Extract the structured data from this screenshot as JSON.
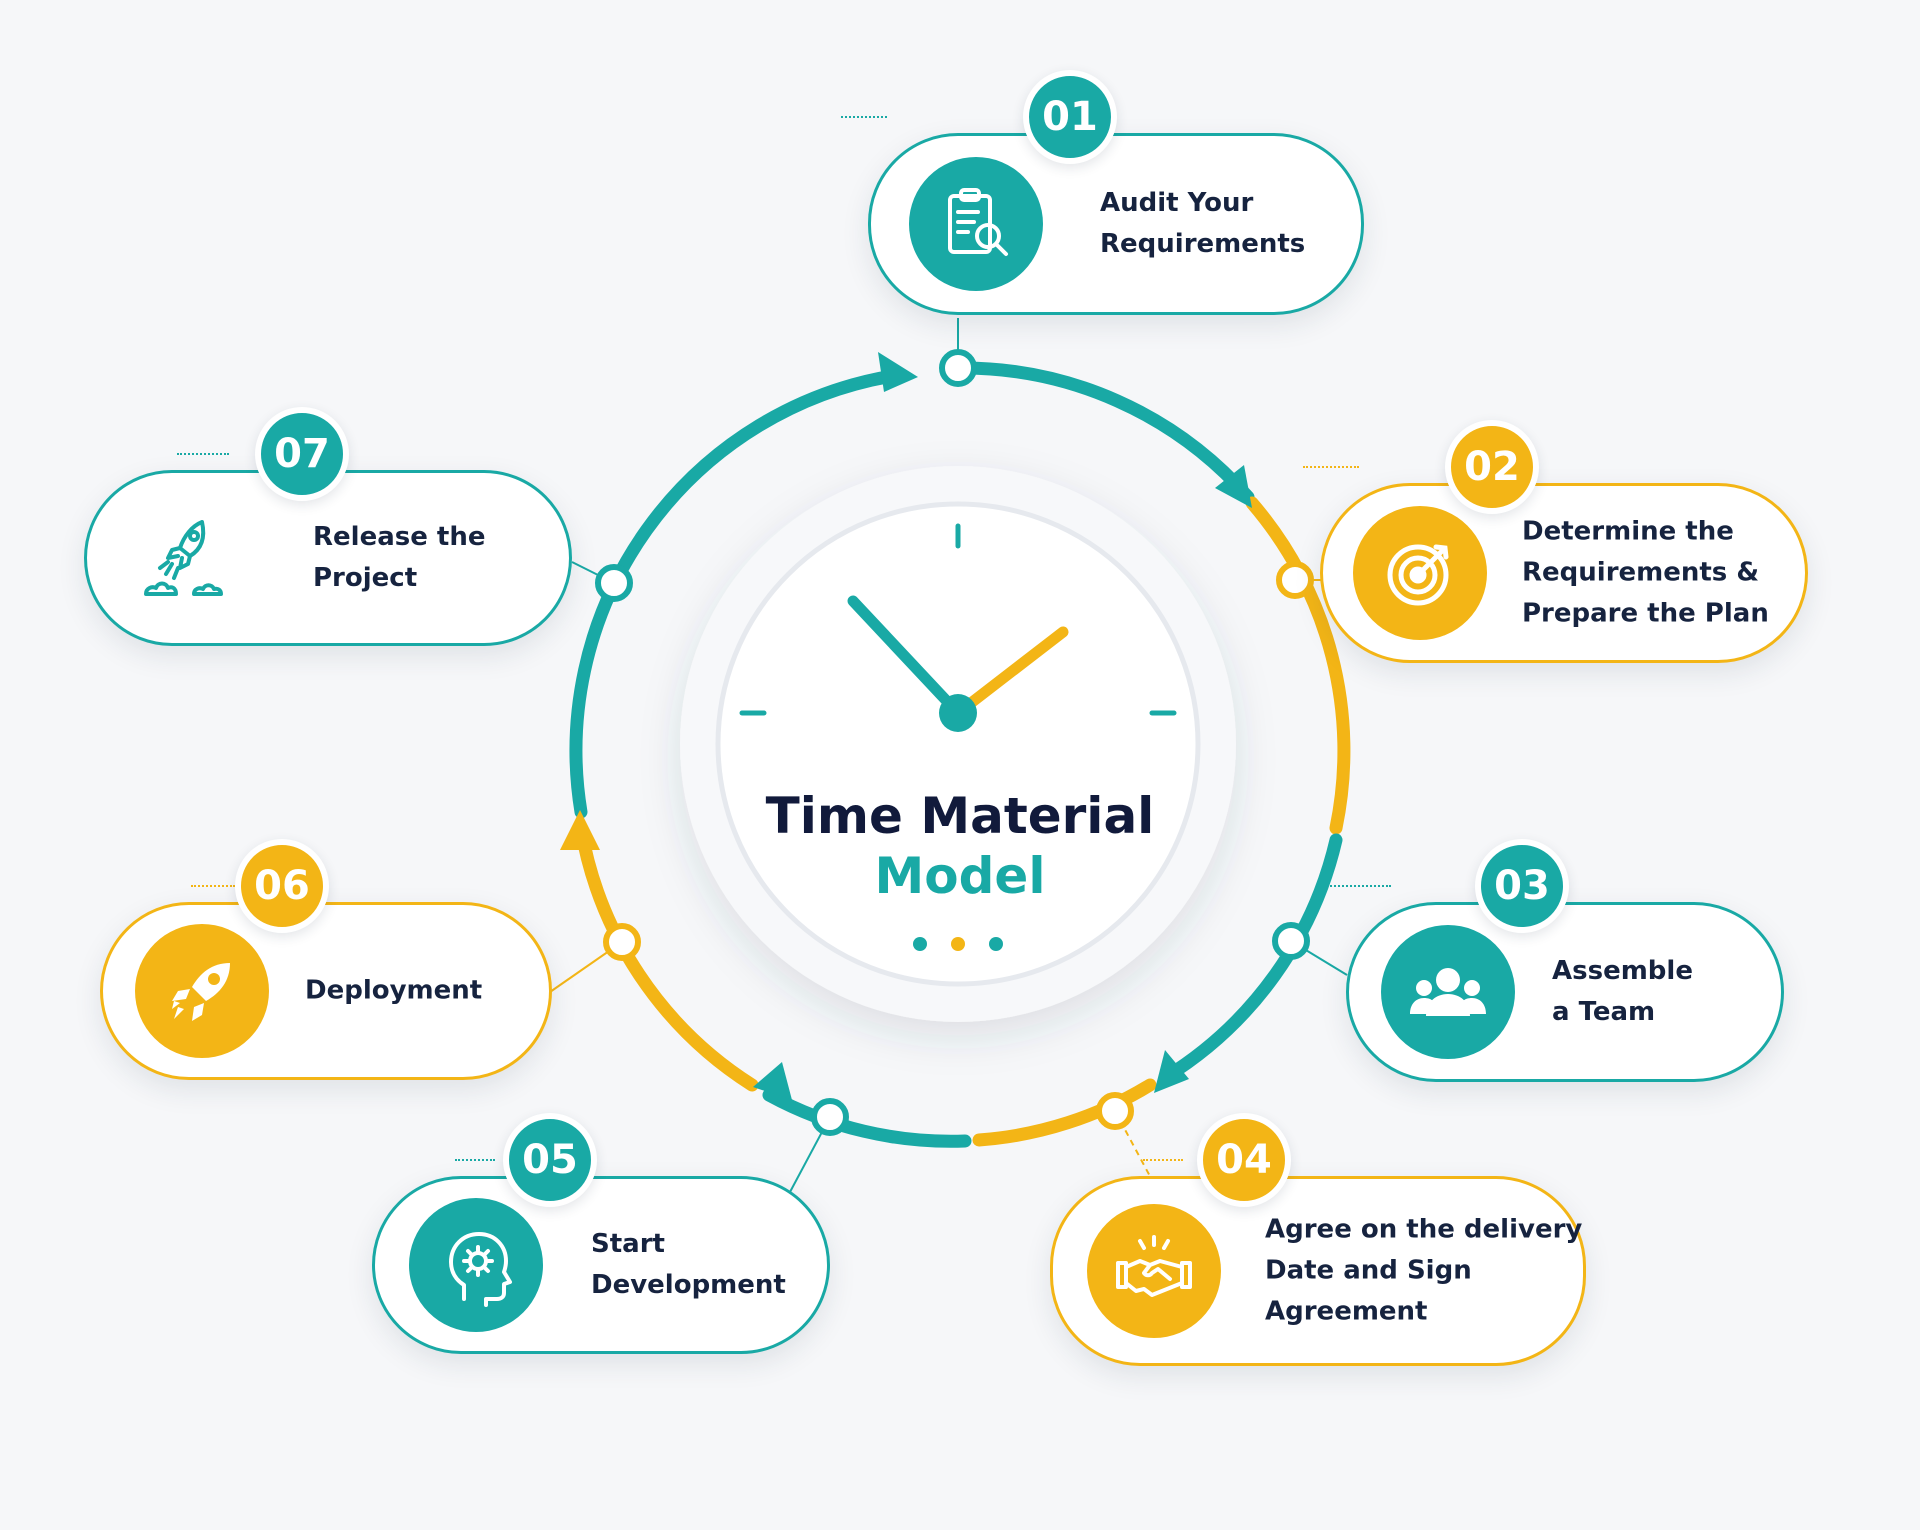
{
  "colors": {
    "teal": "#19a9a5",
    "amber": "#f3b516",
    "ink": "#16233f"
  },
  "center": {
    "title_line1": "Time Material",
    "title_line2": "Model"
  },
  "steps": [
    {
      "number": "01",
      "label": "Audit Your\nRequirements",
      "color": "teal",
      "icon": "clipboard-search-icon"
    },
    {
      "number": "02",
      "label": "Determine the\nRequirements &\nPrepare the Plan",
      "color": "amber",
      "icon": "target-icon"
    },
    {
      "number": "03",
      "label": "Assemble\na Team",
      "color": "teal",
      "icon": "team-icon"
    },
    {
      "number": "04",
      "label": "Agree on the delivery\nDate and Sign\nAgreement",
      "color": "amber",
      "icon": "handshake-icon"
    },
    {
      "number": "05",
      "label": "Start\nDevelopment",
      "color": "teal",
      "icon": "head-gear-icon"
    },
    {
      "number": "06",
      "label": "Deployment",
      "color": "amber",
      "icon": "rocket-icon"
    },
    {
      "number": "07",
      "label": "Release the\nProject",
      "color": "teal",
      "icon": "rocket-launch-icon"
    }
  ]
}
